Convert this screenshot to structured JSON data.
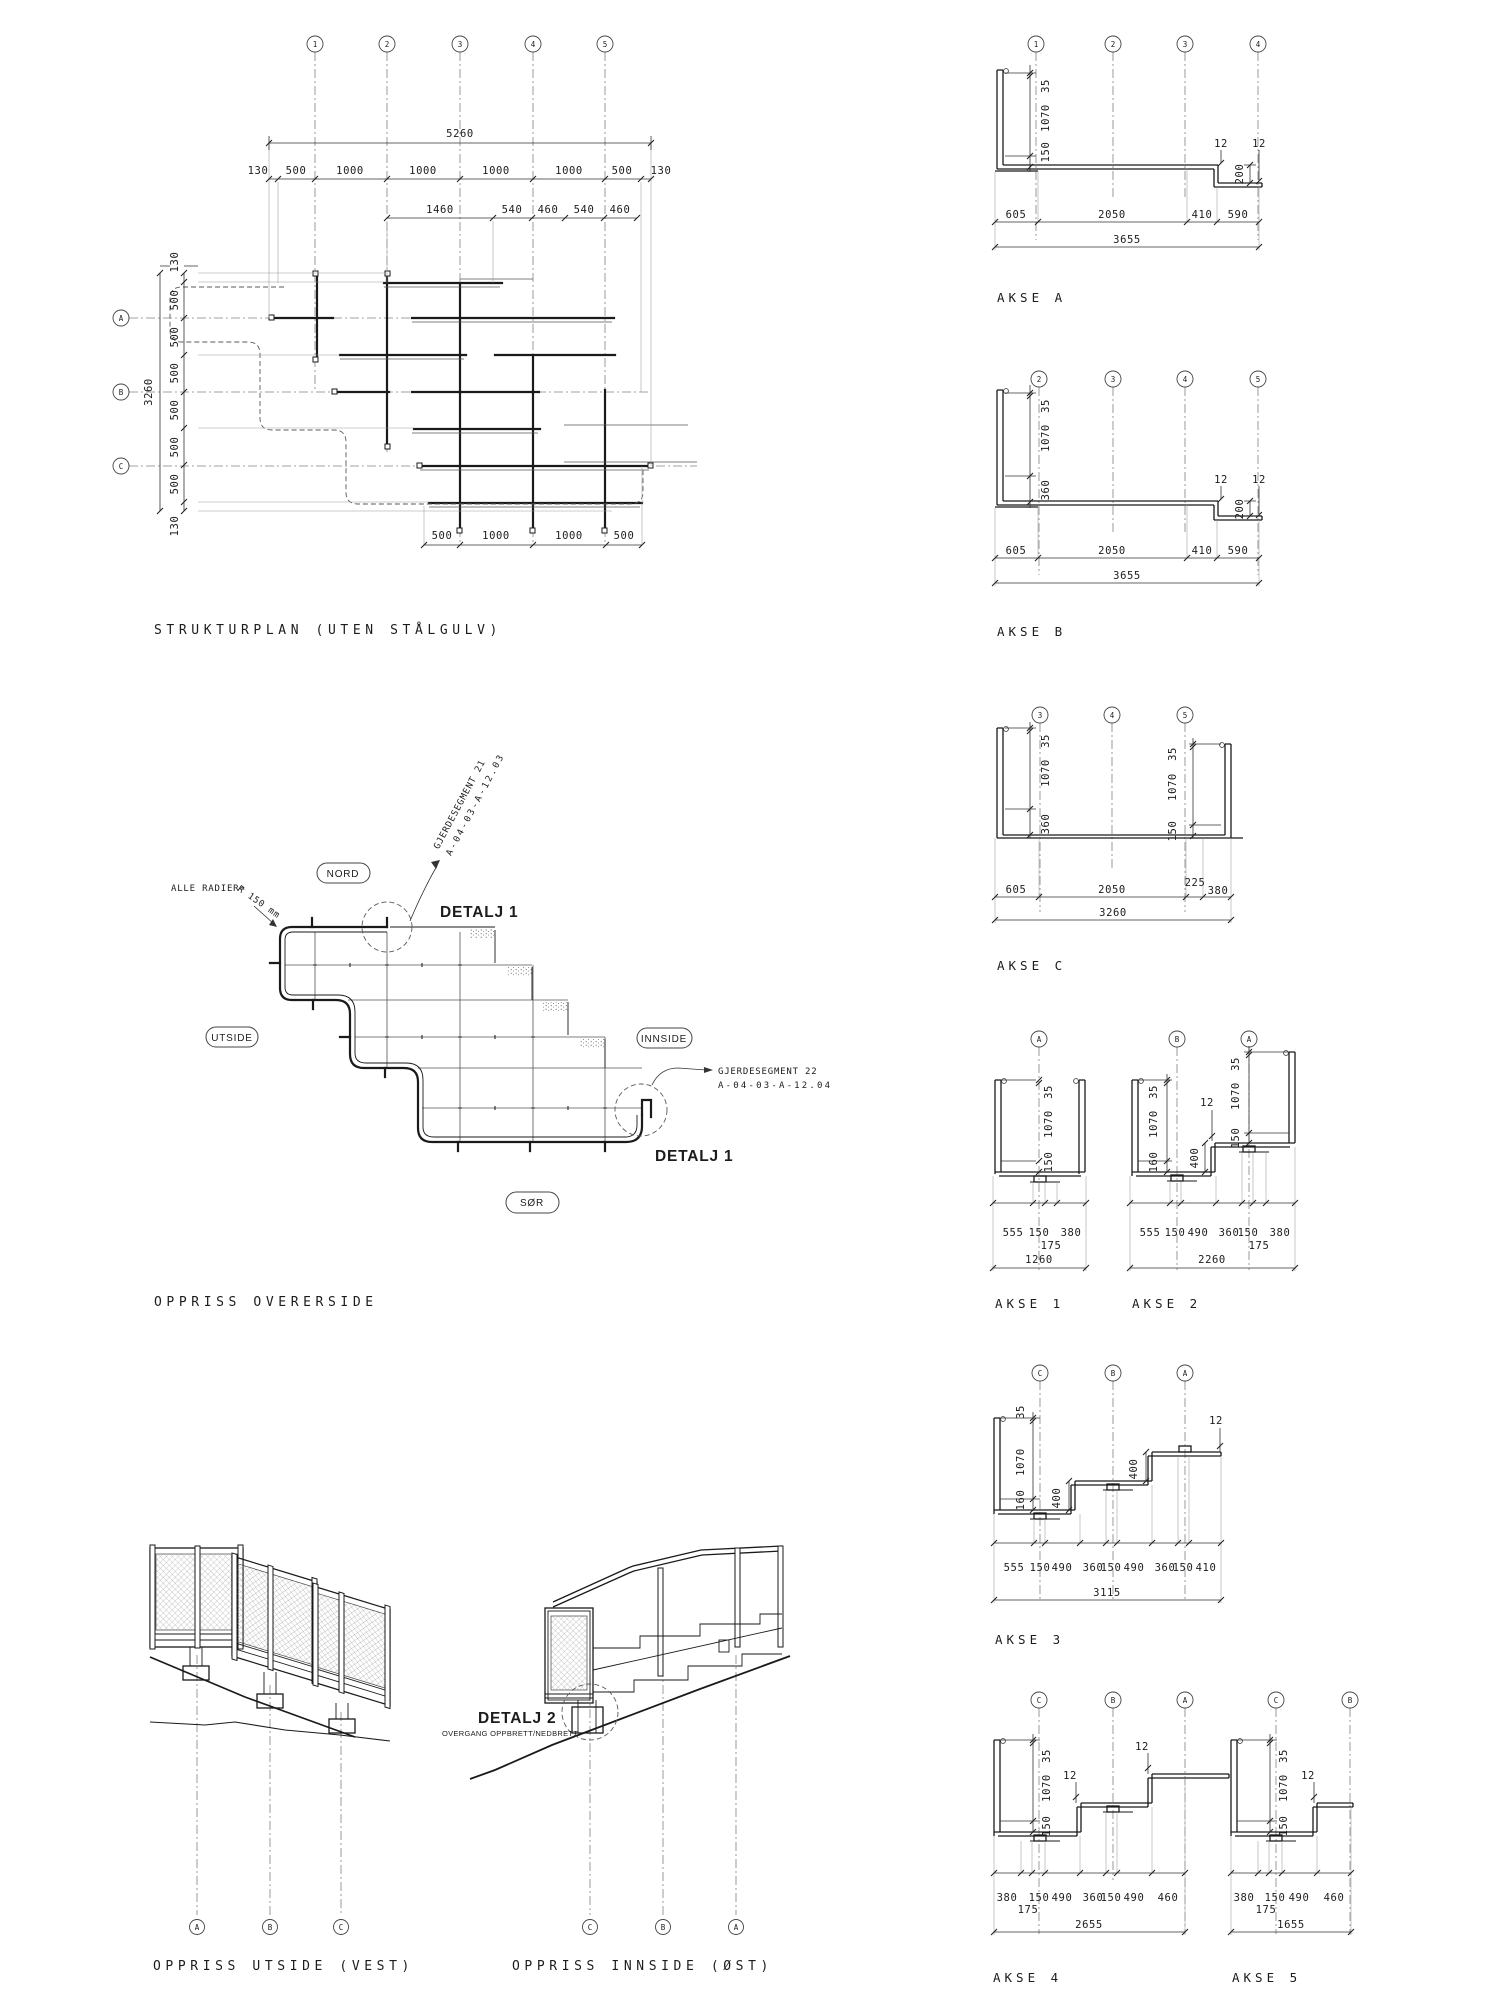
{
  "titles": {
    "strukturplan": "STRUKTURPLAN (UTEN STÅLGULV)",
    "overside": "OPPRISS OVERERSIDE",
    "utside": "OPPRISS UTSIDE (VEST)",
    "innside": "OPPRISS INNSIDE (ØST)"
  },
  "plan": {
    "col_axes": [
      "1",
      "2",
      "3",
      "4",
      "5"
    ],
    "row_axes": [
      "A",
      "B",
      "C"
    ],
    "dim_total_w": "5260",
    "chain_top": [
      "130",
      "500",
      "1000",
      "1000",
      "1000",
      "1000",
      "500",
      "130"
    ],
    "chain_mid": [
      "1460",
      "540",
      "460",
      "540",
      "460"
    ],
    "chain_left": [
      "130",
      "500",
      "500",
      "500",
      "500",
      "500",
      "500",
      "130"
    ],
    "dim_total_h": "3260",
    "chain_bottom": [
      "500",
      "1000",
      "1000",
      "500"
    ]
  },
  "akse_a": {
    "label": "AKSE A",
    "bubbles": [
      "1",
      "2",
      "3",
      "4"
    ],
    "left": [
      "35",
      "1070",
      "150"
    ],
    "plate": [
      "12",
      "12"
    ],
    "step": "200",
    "bottom": [
      "605",
      "2050",
      "410",
      "590"
    ],
    "total": "3655"
  },
  "akse_b": {
    "label": "AKSE B",
    "bubbles": [
      "2",
      "3",
      "4",
      "5"
    ],
    "left": [
      "35",
      "1070",
      "360"
    ],
    "plate": [
      "12",
      "12"
    ],
    "step": "200",
    "bottom": [
      "605",
      "2050",
      "410",
      "590"
    ],
    "total": "3655"
  },
  "akse_c": {
    "label": "AKSE C",
    "bubbles": [
      "3",
      "4",
      "5"
    ],
    "left": [
      "35",
      "1070",
      "360"
    ],
    "right": [
      "35",
      "1070",
      "150"
    ],
    "bottom": [
      "605",
      "2050",
      "225",
      "380"
    ],
    "total": "3260"
  },
  "akse_1": {
    "label": "AKSE 1",
    "bubbles": [
      "A"
    ],
    "left": [
      "35",
      "1070",
      "150"
    ],
    "bottom": [
      "555",
      "150",
      "380"
    ],
    "sub": "175",
    "total": "1260"
  },
  "akse_2": {
    "label": "AKSE 2",
    "bubbles": [
      "B",
      "A"
    ],
    "left": [
      "35",
      "1070",
      "160"
    ],
    "rise": "400",
    "plate": "12",
    "right": [
      "35",
      "1070",
      "150"
    ],
    "bottom": [
      "555",
      "150",
      "490",
      "360",
      "150",
      "380"
    ],
    "sub": "175",
    "total": "2260"
  },
  "akse_3": {
    "label": "AKSE 3",
    "bubbles": [
      "C",
      "B",
      "A"
    ],
    "left": [
      "35",
      "1070",
      "160"
    ],
    "rises": [
      "400",
      "400"
    ],
    "plate": "12",
    "bottom": [
      "555",
      "150",
      "490",
      "360",
      "150",
      "490",
      "360",
      "150",
      "410"
    ],
    "total": "3115"
  },
  "akse_4": {
    "label": "AKSE 4",
    "bubbles": [
      "C",
      "B",
      "A"
    ],
    "left": [
      "35",
      "1070",
      "150"
    ],
    "plates": [
      "12",
      "12"
    ],
    "bottom": [
      "380",
      "150",
      "490",
      "360",
      "150",
      "490",
      "460"
    ],
    "sub": "175",
    "total": "2655"
  },
  "akse_5": {
    "label": "AKSE 5",
    "bubbles": [
      "C",
      "B"
    ],
    "left": [
      "35",
      "1070",
      "150"
    ],
    "plate": "12",
    "bottom": [
      "380",
      "150",
      "490",
      "460"
    ],
    "sub": "175",
    "total": "1655"
  },
  "overside": {
    "nord": "NORD",
    "sor": "SØR",
    "utside": "UTSIDE",
    "innside": "INNSIDE",
    "radier": "ALLE RADIER=",
    "radius": "R 150 mm",
    "detalj1": "DETALJ 1",
    "seg21_1": "GJERDESEGMENT 21",
    "seg21_2": "A-04-03-A-12.03",
    "seg22_1": "GJERDESEGMENT 22",
    "seg22_2": "A-04-03-A-12.04"
  },
  "elev": {
    "detalj2": "DETALJ 2",
    "detalj2_sub": "OVERGANG OPPBRETT/NEDBRETT",
    "utside_axes": [
      "A",
      "B",
      "C"
    ],
    "innside_axes": [
      "C",
      "B",
      "A"
    ]
  }
}
